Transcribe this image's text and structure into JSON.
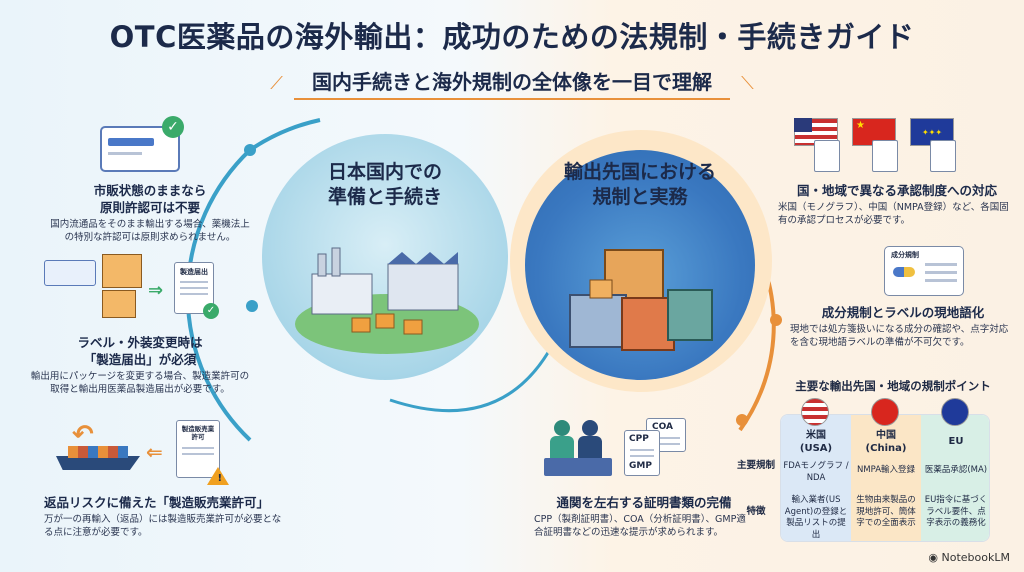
{
  "title": "OTC医薬品の海外輸出：成功のための法規制・手続きガイド",
  "subtitle": "国内手続きと海外規制の全体像を一目で理解",
  "left_circle": {
    "line1": "日本国内での",
    "line2": "準備と手続き"
  },
  "right_circle": {
    "line1": "輸出先国における",
    "line2": "規制と実務"
  },
  "left_items": [
    {
      "heading1": "市販状態のままなら",
      "heading2": "原則許認可は不要",
      "body": "国内流通品をそのまま輸出する場合、薬機法上の特別な許認可は原則求められません。"
    },
    {
      "heading1": "ラベル・外装変更時は",
      "heading2": "「製造届出」が必須",
      "body": "輸出用にパッケージを変更する場合、製造業許可の取得と輸出用医薬品製造届出が必要です。",
      "doc_label": "製造届出"
    },
    {
      "heading1": "返品リスクに備えた「製造販売業許可」",
      "body": "万が一の再輸入（返品）には製造販売業許可が必要となる点に注意が必要です。",
      "doc_label": "製造販売業許可"
    }
  ],
  "center_bottom": {
    "heading": "通関を左右する証明書類の完備",
    "body": "CPP（製剤証明書）、COA（分析証明書）、GMP適合証明書などの迅速な提示が求められます。",
    "doc1": "COA",
    "doc2": "CPP",
    "doc3": "GMP"
  },
  "right_items": [
    {
      "heading": "国・地域で異なる承認制度への対応",
      "body": "米国（モノグラフ）、中国（NMPA登録）など、各国固有の承認プロセスが必要です。"
    },
    {
      "heading": "成分規制とラベルの現地語化",
      "body": "現地では処方箋扱いになる成分の確認や、点字対応を含む現地語ラベルの準備が不可欠です。",
      "card_label": "成分規制"
    }
  ],
  "table": {
    "title": "主要な輸出先国・地域の規制ポイント",
    "row_labels": [
      "主要規制",
      "特徴"
    ],
    "columns": [
      {
        "name": "米国",
        "sub": "(USA)",
        "reg": "FDAモノグラフ / NDA",
        "feature": "輸入業者(US Agent)の登録と製品リストの提出",
        "color": "#dbe8f6"
      },
      {
        "name": "中国",
        "sub": "(China)",
        "reg": "NMPA輸入登録",
        "feature": "生物由来製品の現地許可、簡体字での全面表示",
        "color": "#fbe6c6"
      },
      {
        "name": "EU",
        "sub": "",
        "reg": "医薬品承認(MA)",
        "feature": "EU指令に基づくラベル要件、点字表示の義務化",
        "color": "#d8efe6"
      }
    ]
  },
  "brand": "NotebookLM",
  "colors": {
    "accent": "#e8903a",
    "navy": "#1c2a4a",
    "blue": "#3a78c0",
    "teal": "#8cc6de"
  }
}
